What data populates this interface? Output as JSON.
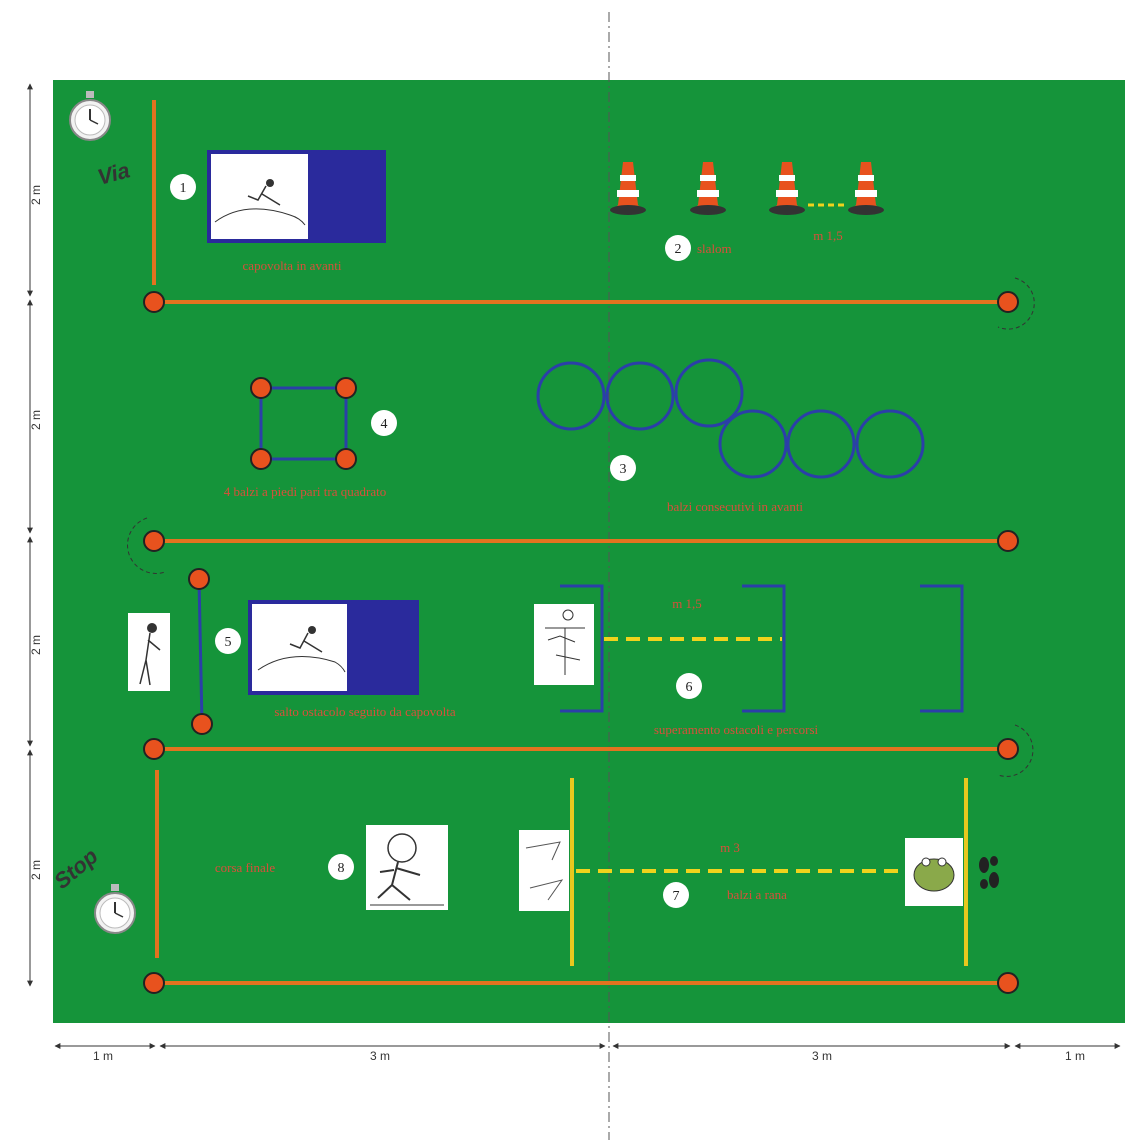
{
  "field": {
    "start_label": "Via",
    "stop_label": "Stop"
  },
  "dimensions": {
    "row_heights": [
      "2 m",
      "2 m",
      "2 m",
      "2 m"
    ],
    "bottom": [
      "1 m",
      "3 m",
      "3 m",
      "1 m"
    ]
  },
  "stations": [
    {
      "number": "1",
      "label": "capovolta in avanti"
    },
    {
      "number": "2",
      "label": "slalom",
      "distance": "m 1,5"
    },
    {
      "number": "3",
      "label": "balzi consecutivi in avanti"
    },
    {
      "number": "4",
      "label": "4 balzi a piedi pari tra quadrato"
    },
    {
      "number": "5",
      "label": "salto ostacolo seguito da capovolta"
    },
    {
      "number": "6",
      "label": "superamento ostacoli e percorsi",
      "distance": "m 1,5"
    },
    {
      "number": "7",
      "label": "balzi a rana",
      "distance": "m 3"
    },
    {
      "number": "8",
      "label": "corsa finale"
    }
  ],
  "colors": {
    "field": "#15943a",
    "lane": "#e2731f",
    "marker": "#e8521e",
    "hoop": "#2b3fa8",
    "dash": "#f0d31c",
    "post": "#e8c81e"
  },
  "icons": [
    "stopwatch-icon",
    "cone-icon",
    "hoop-icon",
    "footprints-icon"
  ]
}
